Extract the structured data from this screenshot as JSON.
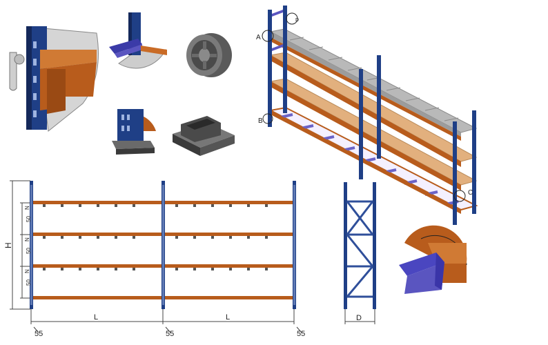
{
  "detail_labels": {
    "a": "A",
    "b": "B",
    "c": "C",
    "d_small": "D"
  },
  "dimensions": {
    "height": "H",
    "length_left": "L",
    "length_right": "L",
    "depth": "D",
    "gap_left": "55",
    "gap_middle": "55",
    "gap_right": "55",
    "shelf_markers": [
      {
        "top": "N",
        "bottom": "50"
      },
      {
        "top": "N",
        "bottom": "50"
      },
      {
        "top": "N",
        "bottom": "50"
      }
    ]
  },
  "colors": {
    "upright_blue": "#1f3f86",
    "upright_dark": "#14285a",
    "beam_orange": "#b85c1c",
    "beam_light": "#d07a34",
    "deck_tan": "#e2b07e",
    "deck_gray": "#b9b9b9",
    "mesh_purple": "#6b63c6",
    "line": "#444444"
  }
}
